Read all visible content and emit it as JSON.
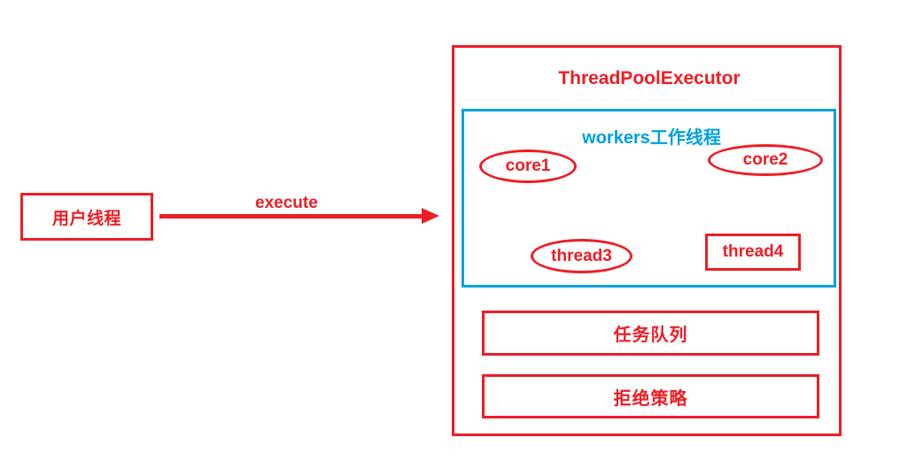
{
  "diagram": {
    "title": "ThreadPoolExecutor",
    "colors": {
      "red": "#ee1d25",
      "blue": "#00a0e0",
      "background": "#ffffff"
    },
    "source": {
      "label": "用户线程"
    },
    "edge": {
      "label": "execute"
    },
    "executor": {
      "title": "ThreadPoolExecutor",
      "workers": {
        "title": "workers工作线程",
        "nodes": [
          {
            "label": "core1",
            "shape": "ellipse"
          },
          {
            "label": "core2",
            "shape": "ellipse"
          },
          {
            "label": "thread3",
            "shape": "ellipse"
          },
          {
            "label": "thread4",
            "shape": "rectangle"
          }
        ]
      },
      "sections": [
        {
          "label": "任务队列"
        },
        {
          "label": "拒绝策略"
        }
      ]
    }
  }
}
